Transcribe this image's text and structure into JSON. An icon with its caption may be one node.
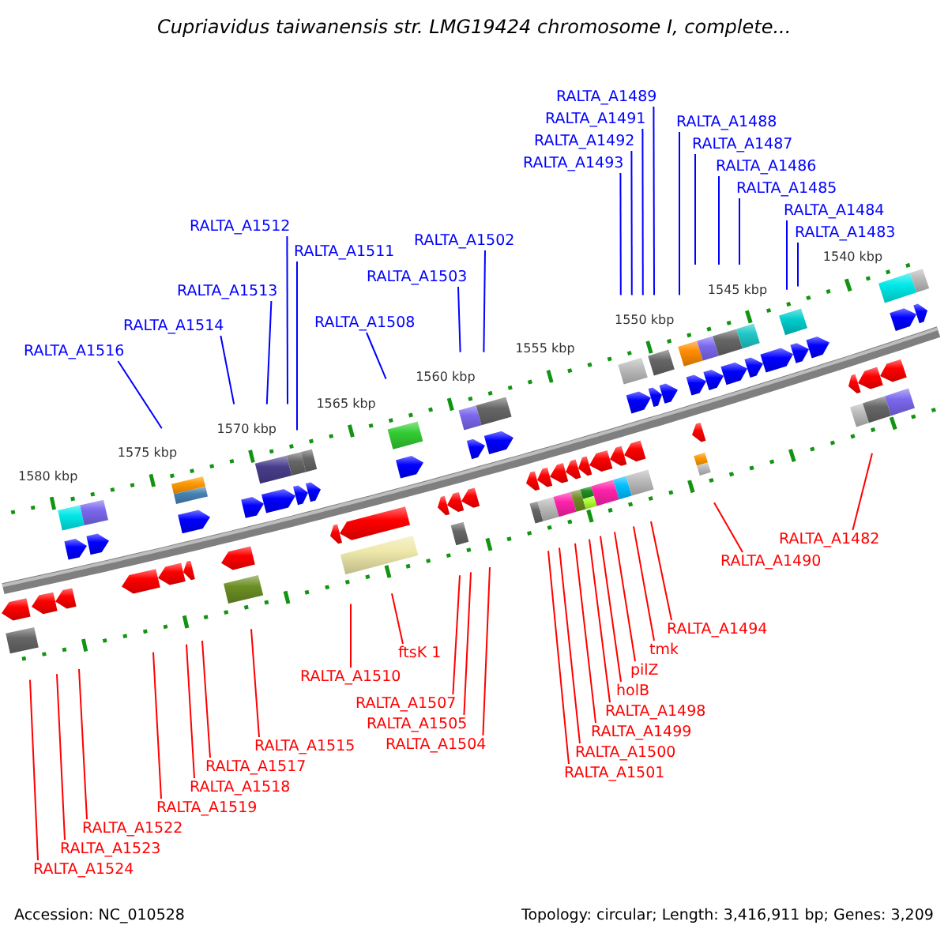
{
  "diagram": {
    "title": "Cupriavidus taiwanensis str. LMG19424 chromosome I, complete...",
    "nodes": [
      {
        "text": [
          "RALTA_A1491"
        ]
      },
      {
        "text": [
          "RALTA_A1489"
        ]
      },
      {
        "text": [
          "RALTA_A1486"
        ]
      },
      {
        "text": [
          "RALTA_A1485"
        ]
      },
      {
        "text": [
          "RALTA_A1483"
        ]
      },
      {
        "text": [
          "RALTA_A1488"
        ]
      },
      {
        "text": [
          "RALTA_A1484"
        ]
      },
      {
        "text": [
          "RALTA_A1487"
        ]
      },
      {
        "text": [
          "RALTA_A1502"
        ]
      },
      {
        "text": [
          "RALTA_A1492"
        ]
      },
      {
        "text": [
          "RALTA_A1493"
        ]
      },
      {
        "text": [
          "RALTA_A1512"
        ]
      },
      {
        "text": [
          "RALTA_A1511"
        ]
      },
      {
        "text": [
          "RALTA_A1503"
        ]
      },
      {
        "text": [
          "RALTA_A1508"
        ]
      },
      {
        "text": [
          "RALTA_A1513"
        ]
      },
      {
        "text": [
          "RALTA_A1514"
        ]
      },
      {
        "text": [
          "RALTA_A1516"
        ]
      },
      {
        "text": [
          "RALTA_A1482"
        ]
      },
      {
        "text": [
          "RALTA_A1490"
        ]
      },
      {
        "text": [
          "RALTA_A1494"
        ]
      },
      {
        "text": [
          "pilZ"
        ]
      },
      {
        "text": [
          "tmk"
        ]
      },
      {
        "text": [
          "RALTA_A1504"
        ]
      },
      {
        "text": [
          "RALTA_A1510"
        ]
      },
      {
        "text": [
          "holB"
        ]
      },
      {
        "text": [
          "RALTA_A1505"
        ]
      },
      {
        "text": [
          "RALTA_A1498"
        ]
      },
      {
        "text": [
          "ftsK 1"
        ]
      },
      {
        "text": [
          "RALTA_A1507"
        ]
      },
      {
        "text": [
          "RALTA_A1499"
        ]
      },
      {
        "text": [
          "RALTA_A1500"
        ]
      },
      {
        "text": [
          "RALTA_A1515"
        ]
      },
      {
        "text": [
          "RALTA_A1517"
        ]
      },
      {
        "text": [
          "RALTA_A1501"
        ]
      },
      {
        "text": [
          "RALTA_A1522"
        ]
      },
      {
        "text": [
          "RALTA_A1518"
        ]
      },
      {
        "text": [
          "RALTA_A1524"
        ]
      },
      {
        "text": [
          "RALTA_A1519"
        ]
      },
      {
        "text": [
          "RALTA_A1523"
        ]
      }
    ],
    "edges": [
      {
        "from": 0,
        "to": null,
        "arrow": "none",
        "color": "#0000ff"
      },
      {
        "from": 1,
        "to": null,
        "arrow": "none",
        "color": "#0000ff"
      },
      {
        "from": 2,
        "to": null,
        "arrow": "none",
        "color": "#0000ff"
      },
      {
        "from": 3,
        "to": null,
        "arrow": "none",
        "color": "#0000ff"
      },
      {
        "from": 4,
        "to": null,
        "arrow": "none",
        "color": "#0000ff"
      },
      {
        "from": 5,
        "to": null,
        "arrow": "none",
        "color": "#0000ff"
      },
      {
        "from": 6,
        "to": null,
        "arrow": "none",
        "color": "#0000ff"
      },
      {
        "from": 7,
        "to": null,
        "arrow": "none",
        "color": "#0000ff"
      },
      {
        "from": 8,
        "to": null,
        "arrow": "none",
        "color": "#0000ff"
      },
      {
        "from": 9,
        "to": null,
        "arrow": "none",
        "color": "#0000ff"
      },
      {
        "from": 10,
        "to": null,
        "arrow": "none",
        "color": "#0000ff"
      },
      {
        "from": 11,
        "to": null,
        "arrow": "none",
        "color": "#0000ff"
      },
      {
        "from": 12,
        "to": null,
        "arrow": "none",
        "color": "#0000ff"
      },
      {
        "from": 13,
        "to": null,
        "arrow": "none",
        "color": "#0000ff"
      },
      {
        "from": 14,
        "to": null,
        "arrow": "none",
        "color": "#0000ff"
      },
      {
        "from": 15,
        "to": null,
        "arrow": "none",
        "color": "#0000ff"
      },
      {
        "from": 16,
        "to": null,
        "arrow": "none",
        "color": "#0000ff"
      },
      {
        "from": 17,
        "to": null,
        "arrow": "none",
        "color": "#0000ff"
      },
      {
        "from": 18,
        "to": null,
        "arrow": "none"
      },
      {
        "from": 19,
        "to": null,
        "arrow": "none"
      },
      {
        "from": 20,
        "to": null,
        "arrow": "none"
      },
      {
        "from": 21,
        "to": null,
        "arrow": "none"
      },
      {
        "from": 22,
        "to": null,
        "arrow": "none"
      },
      {
        "from": 23,
        "to": null,
        "arrow": "none"
      },
      {
        "from": 24,
        "to": null,
        "arrow": "none"
      },
      {
        "from": 25,
        "to": null,
        "arrow": "none"
      },
      {
        "from": 26,
        "to": null,
        "arrow": "none"
      },
      {
        "from": 27,
        "to": null,
        "arrow": "none"
      },
      {
        "from": 28,
        "to": null,
        "arrow": "none"
      },
      {
        "from": 29,
        "to": null,
        "arrow": "none"
      },
      {
        "from": 30,
        "to": null,
        "arrow": "none"
      },
      {
        "from": 31,
        "to": null,
        "arrow": "none"
      },
      {
        "from": 32,
        "to": null,
        "arrow": "none"
      },
      {
        "from": 33,
        "to": null,
        "arrow": "none"
      },
      {
        "from": 34,
        "to": null,
        "arrow": "none"
      },
      {
        "from": 35,
        "to": null,
        "arrow": "none"
      },
      {
        "from": 36,
        "to": null,
        "arrow": "none"
      },
      {
        "from": 37,
        "to": null,
        "arrow": "none"
      },
      {
        "from": 38,
        "to": null,
        "arrow": "none"
      },
      {
        "from": 39,
        "to": null,
        "arrow": "none"
      }
    ],
    "labels": [
      "1540 kbp",
      "1545 kbp",
      "1550 kbp",
      "1555 kbp",
      "1560 kbp",
      "1565 kbp",
      "1570 kbp",
      "1575 kbp",
      "1580 kbp",
      "Accession: NC_010528",
      "Topology: circular; Length: 3,416,911 bp; Genes: 3,209"
    ]
  }
}
